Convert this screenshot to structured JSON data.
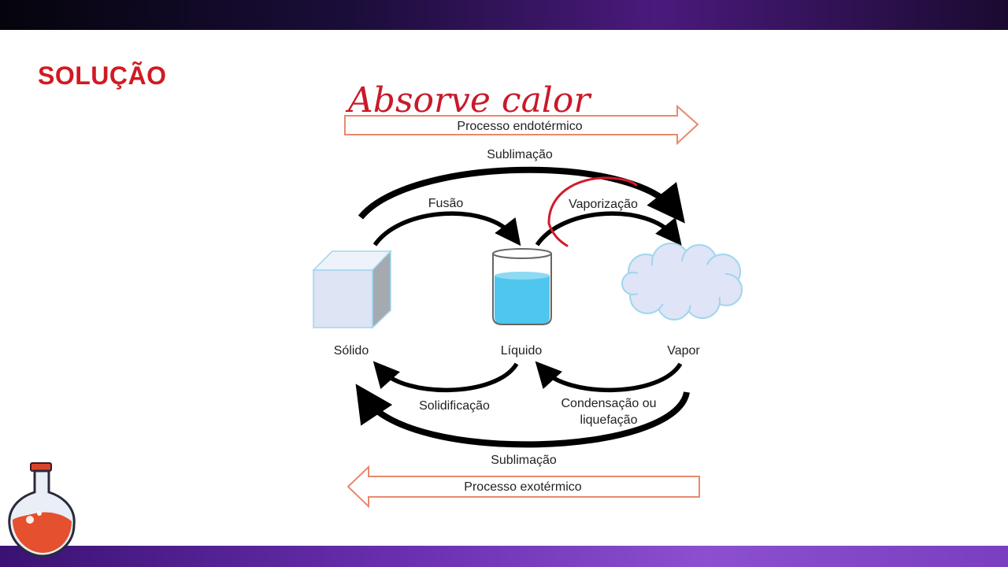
{
  "slide": {
    "title": "SOLUÇÃO",
    "handwritten_note": "Absorve calor"
  },
  "diagram": {
    "endothermic_label": "Processo endotérmico",
    "exothermic_label": "Processo exotérmico",
    "states": {
      "solid": "Sólido",
      "liquid": "Líquido",
      "vapor": "Vapor"
    },
    "transitions": {
      "sublimation_top": "Sublimação",
      "fusion": "Fusão",
      "vaporization": "Vaporização",
      "solidification": "Solidificação",
      "condensation_line1": "Condensação ou",
      "condensation_line2": "liquefação",
      "sublimation_bottom": "Sublimação"
    }
  },
  "colors": {
    "title": "#d11a22",
    "handwriting": "#c81a2a",
    "process_arrow_stroke": "#e8896c",
    "water": "#4fc6ee",
    "cube_front": "#dde4f4",
    "cloud": "#dfe4f6"
  },
  "icons": [
    "flask-icon",
    "ice-cube-icon",
    "beaker-icon",
    "cloud-icon"
  ]
}
